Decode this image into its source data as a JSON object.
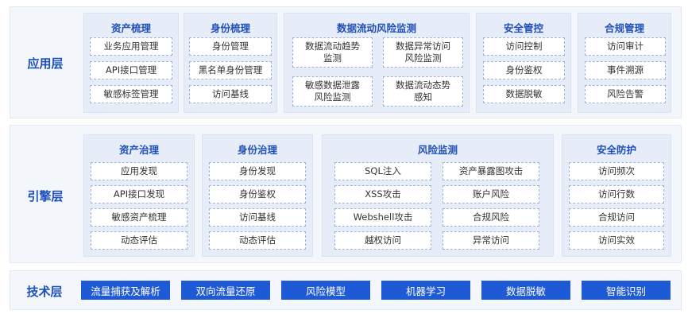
{
  "app_layer": {
    "title": "应用层",
    "groups": [
      {
        "title": "资产梳理",
        "items": [
          "业务应用管理",
          "API接口管理",
          "敏感标签管理"
        ]
      },
      {
        "title": "身份梳理",
        "items": [
          "身份管理",
          "黑名单身份管理",
          "访问基线"
        ]
      },
      {
        "title": "数据流动风险监测",
        "items": [
          "数据流动趋势\n监测",
          "数据异常访问\n风险监测",
          "敏感数据泄露\n风险监测",
          "数据流动态势\n感知"
        ]
      },
      {
        "title": "安全管控",
        "items": [
          "访问控制",
          "身份鉴权",
          "数据脱敏"
        ]
      },
      {
        "title": "合规管理",
        "items": [
          "访问审计",
          "事件溯源",
          "风险告警"
        ]
      }
    ]
  },
  "engine_layer": {
    "title": "引擎层",
    "groups": [
      {
        "title": "资产治理",
        "items": [
          "应用发现",
          "API接口发现",
          "敏感资产梳理",
          "动态评估"
        ]
      },
      {
        "title": "身份治理",
        "items": [
          "身份发现",
          "身份鉴权",
          "访问基线",
          "动态评估"
        ]
      },
      {
        "title": "风险监测",
        "items": [
          "SQL注入",
          "资产暴露图攻击",
          "XSS攻击",
          "账户风险",
          "Webshell攻击",
          "合规风险",
          "越权访问",
          "异常访问"
        ]
      },
      {
        "title": "安全防护",
        "items": [
          "访问频次",
          "访问行数",
          "合规访问",
          "访问实效"
        ]
      }
    ]
  },
  "tech_layer": {
    "title": "技术层",
    "items": [
      "流量捕获及解析",
      "双向流量还原",
      "风险模型",
      "机器学习",
      "数据脱敏",
      "智能识别"
    ]
  }
}
